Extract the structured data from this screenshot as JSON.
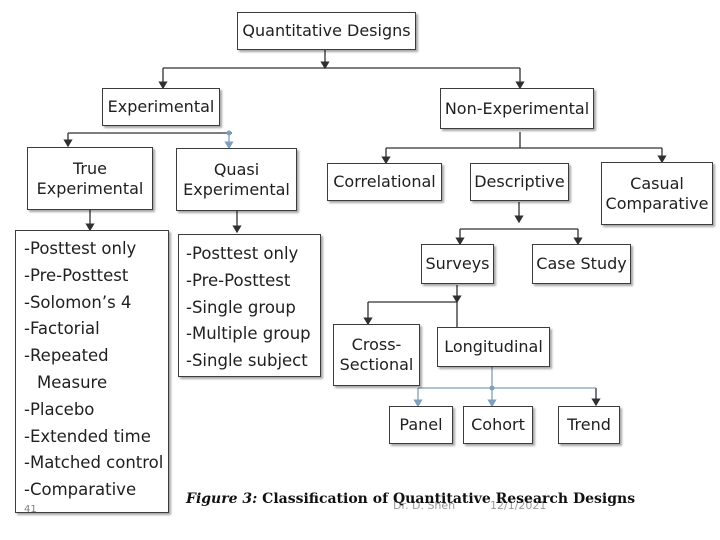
{
  "diagram": {
    "root": "Quantitative Designs",
    "experimental": "Experimental",
    "non_experimental": "Non-Experimental",
    "true_experimental": "True\nExperimental",
    "quasi_experimental": "Quasi\nExperimental",
    "correlational": "Correlational",
    "descriptive": "Descriptive",
    "casual_comparative": "Casual\nComparative",
    "surveys": "Surveys",
    "case_study": "Case Study",
    "cross_sectional": "Cross-\nSectional",
    "longitudinal": "Longitudinal",
    "panel": "Panel",
    "cohort": "Cohort",
    "trend": "Trend",
    "true_list": [
      "-Posttest only",
      "-Pre-Posttest",
      "-Solomon’s 4",
      "-Factorial",
      "-Repeated",
      "Measure",
      "-Placebo",
      "-Extended time",
      "-Matched control",
      "-Comparative"
    ],
    "quasi_list": [
      "-Posttest only",
      "-Pre-Posttest",
      "-Single group",
      "-Multiple group",
      "-Single subject"
    ]
  },
  "caption": {
    "figure_label": "Figure  3:",
    "text": " Classification of Quantitative Research Designs"
  },
  "footer": {
    "author": "Dr. D. Shen",
    "date": "12/1/2021",
    "page": "41"
  },
  "colors": {
    "line": "#303030",
    "accent_line": "#7f9fbf",
    "border": "#3c3c3c"
  }
}
